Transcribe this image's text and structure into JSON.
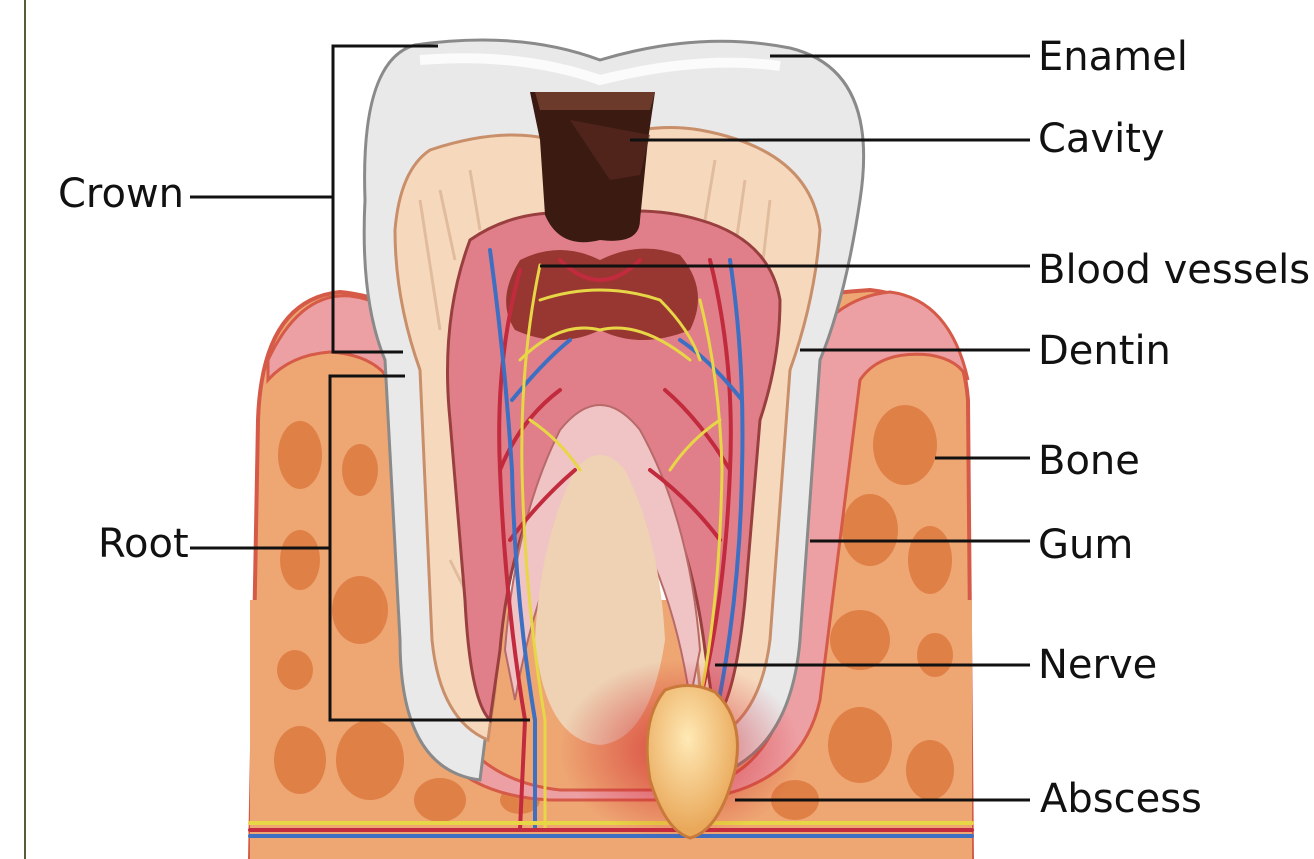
{
  "labels": {
    "crown": "Crown",
    "root": "Root",
    "enamel": "Enamel",
    "cavity": "Cavity",
    "blood_vessels": "Blood vessels",
    "dentin": "Dentin",
    "bone": "Bone",
    "gum": "Gum",
    "nerve": "Nerve",
    "abscess": "Abscess"
  },
  "colors": {
    "enamel": "#e9e9ea",
    "dentin": "#f6d9bd",
    "pulp": "#e07f89",
    "cavity": "#3b1a12",
    "gum": "#eda0a4",
    "bone": "#eea673",
    "bone_spots": "#dd7a3f",
    "blood_vessel_red": "#c22a3d",
    "blood_vessel_blue": "#3d6fc2",
    "nerve_yellow": "#e7d645",
    "abscess": "#f2c27f"
  }
}
